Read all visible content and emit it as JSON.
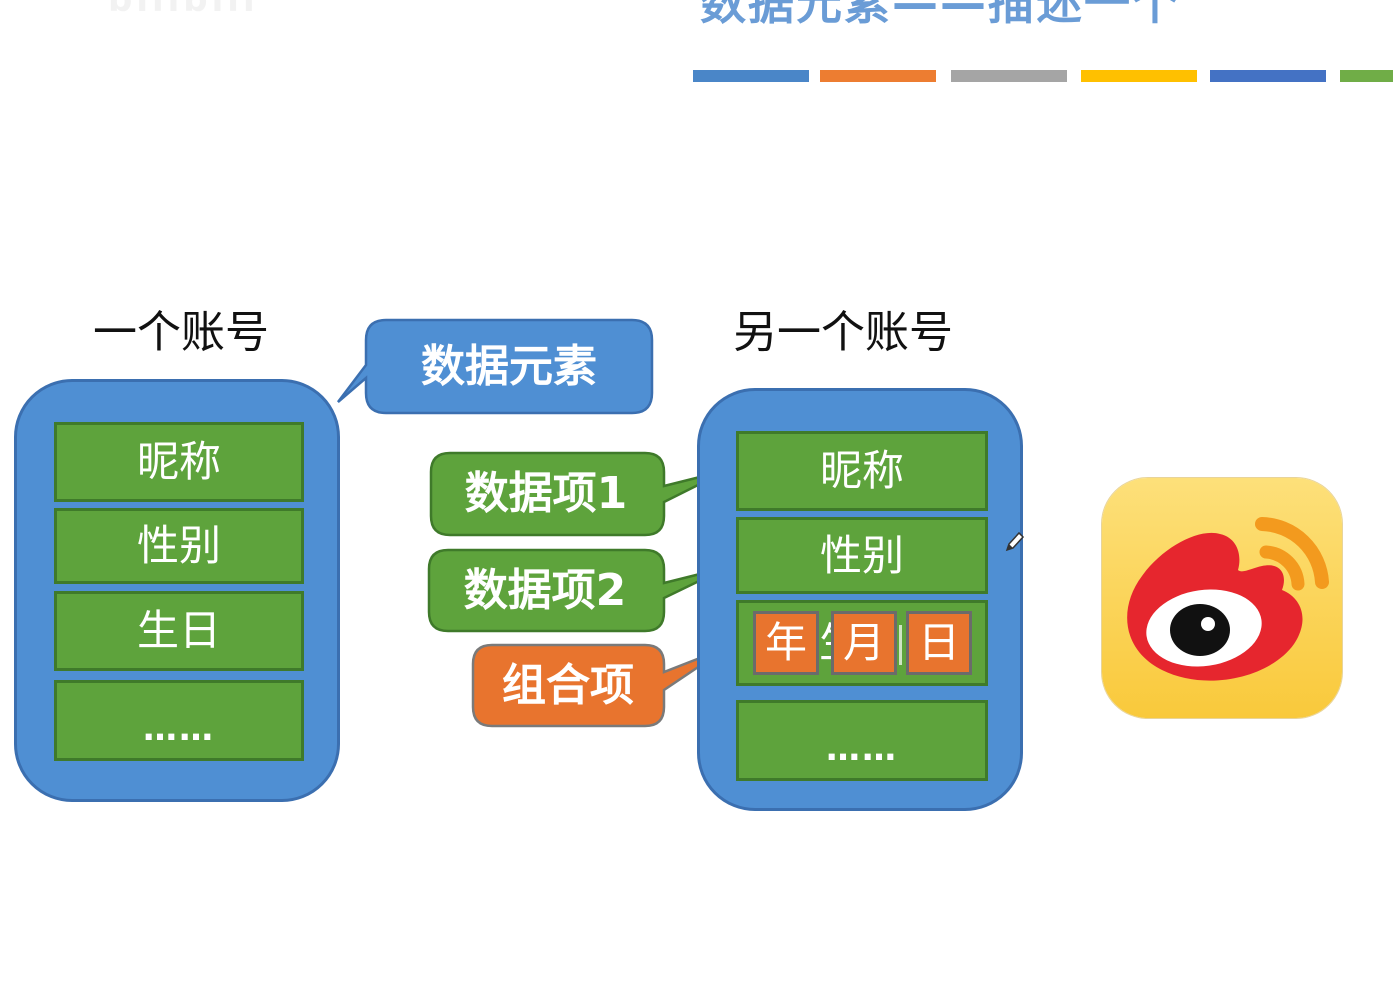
{
  "slide": {
    "title": "数据元素——描述一个"
  },
  "left_account": {
    "heading": "一个账号",
    "fields": [
      "昵称",
      "性别",
      "生日",
      "……"
    ]
  },
  "right_account": {
    "heading": "另一个账号",
    "fields": [
      "昵称",
      "性别",
      "……"
    ],
    "birthday_parts": [
      "年",
      "月",
      "日"
    ]
  },
  "callouts": {
    "data_element": "数据元素",
    "data_item_1": "数据项1",
    "data_item_2": "数据项2",
    "composite_item": "组合项"
  },
  "colors": {
    "blue": "#4f8fd3",
    "green": "#5ea33c",
    "orange": "#e8742e",
    "bar_1": "#4a86c8",
    "bar_2": "#ed7d31",
    "bar_3": "#a5a5a5",
    "bar_4": "#ffc000",
    "bar_5": "#4472c4",
    "bar_6": "#70ad47"
  },
  "icons": {
    "app_logo": "weibo-icon",
    "cursor": "pencil-icon"
  }
}
